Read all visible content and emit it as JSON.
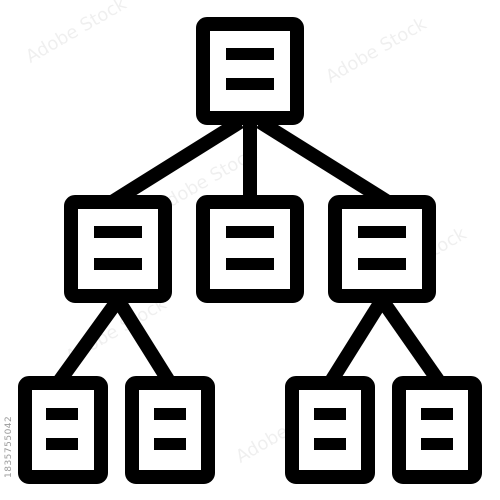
{
  "icon": {
    "name": "hierarchy-tree-icon",
    "stroke_color": "#000000",
    "fill_color": "#ffffff",
    "levels": [
      1,
      3,
      4
    ]
  },
  "watermark": {
    "side_text": "1835755042",
    "tile_text": "Adobe Stock"
  }
}
